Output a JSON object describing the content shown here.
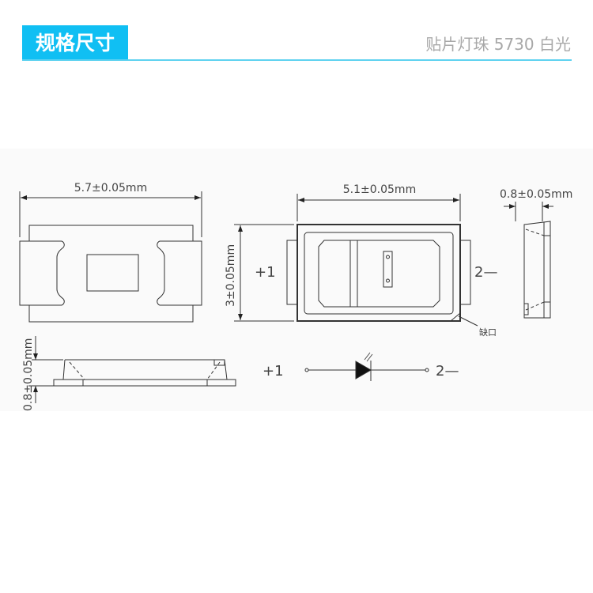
{
  "header": {
    "title": "规格尺寸",
    "subtitle": "贴片灯珠 5730 白光",
    "accent": "#10bff3"
  },
  "drawing": {
    "top_width": "5.7±0.05mm",
    "side_height": "0.8±0.05mm",
    "front_width": "5.1±0.05mm",
    "front_height": "3±0.05mm",
    "side_depth": "0.8±0.05mm",
    "pin_plus": "+1",
    "pin_minus": "2—",
    "notch_label": "缺口",
    "schematic_plus": "+1",
    "schematic_minus": "2—"
  }
}
